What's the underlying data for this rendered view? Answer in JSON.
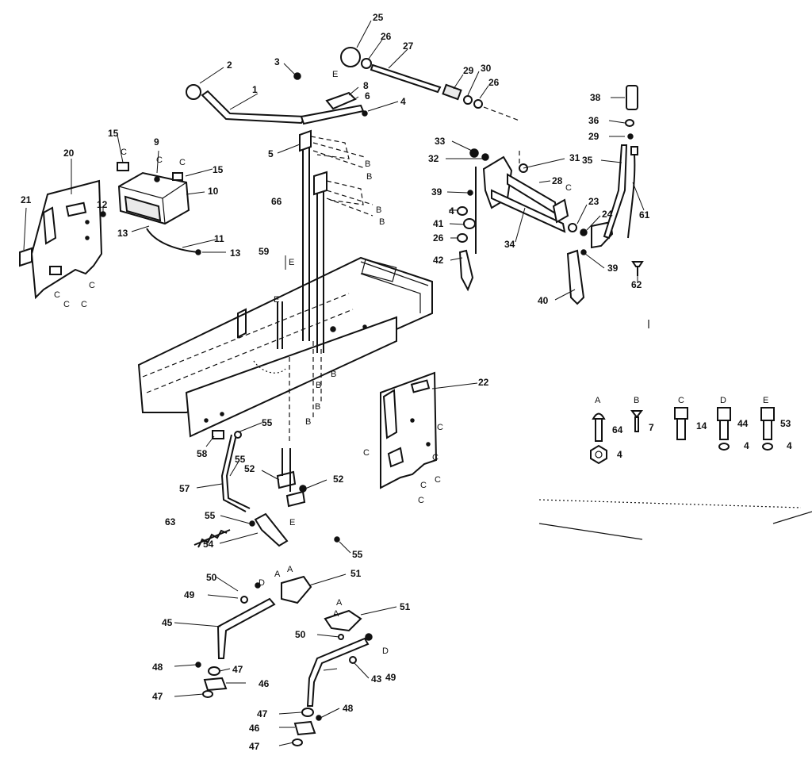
{
  "callouts": {
    "n1": "1",
    "n2": "2",
    "n3": "3",
    "n4a": "4",
    "n4b": "4",
    "n5": "5",
    "n6": "6",
    "n8": "8",
    "n9": "9",
    "n10": "10",
    "n11": "11",
    "n12": "12",
    "n13a": "13",
    "n13b": "13",
    "n15a": "15",
    "n15b": "15",
    "n20": "20",
    "n21": "21",
    "n22": "22",
    "n23": "23",
    "n24": "24",
    "n25": "25",
    "n26a": "26",
    "n26b": "26",
    "n26c": "26",
    "n27": "27",
    "n28": "28",
    "n29a": "29",
    "n29b": "29",
    "n30": "30",
    "n31": "31",
    "n32": "32",
    "n33": "33",
    "n34": "34",
    "n35": "35",
    "n36": "36",
    "n38": "38",
    "n39a": "39",
    "n39b": "39",
    "n40": "40",
    "n41": "41",
    "n42": "42",
    "n43": "43",
    "n45": "45",
    "n46a": "46",
    "n46b": "46",
    "n47a": "47",
    "n47b": "47",
    "n47c": "47",
    "n47d": "47",
    "n48a": "48",
    "n48b": "48",
    "n49a": "49",
    "n49b": "49",
    "n50a": "50",
    "n50b": "50",
    "n51a": "51",
    "n51b": "51",
    "n52a": "52",
    "n52b": "52",
    "n54": "54",
    "n55a": "55",
    "n55b": "55",
    "n55c": "55",
    "n55d": "55",
    "n57": "57",
    "n58": "58",
    "n59": "59",
    "n61": "61",
    "n62": "62",
    "n63": "63",
    "n66": "66"
  },
  "letters": {
    "e1": "E",
    "c15a": "C",
    "c9": "C",
    "c15b": "C",
    "b5a": "B",
    "b5b": "B",
    "b66a": "B",
    "b66b": "B",
    "c20a": "C",
    "c20b": "C",
    "c20c": "C",
    "c20d": "C",
    "e59": "E",
    "e_frame": "E",
    "b_r1": "B",
    "b_r2": "B",
    "b_r3": "B",
    "b_r4": "B",
    "c31": "C",
    "e52": "E",
    "c22a": "C",
    "c22b": "C",
    "c22c": "C",
    "c22d": "C",
    "c22e": "C",
    "c22f": "C",
    "a51a": "A",
    "a51b": "A",
    "d51": "D",
    "a51c": "A",
    "a51d": "A",
    "d43": "D"
  },
  "hardware_legend": {
    "items": [
      {
        "letter": "A",
        "bolt": "64",
        "nut": "4"
      },
      {
        "letter": "B",
        "bolt": "7",
        "nut": ""
      },
      {
        "letter": "C",
        "bolt": "14",
        "nut": ""
      },
      {
        "letter": "D",
        "bolt": "44",
        "nut": "4"
      },
      {
        "letter": "E",
        "bolt": "53",
        "nut": "4"
      }
    ]
  }
}
